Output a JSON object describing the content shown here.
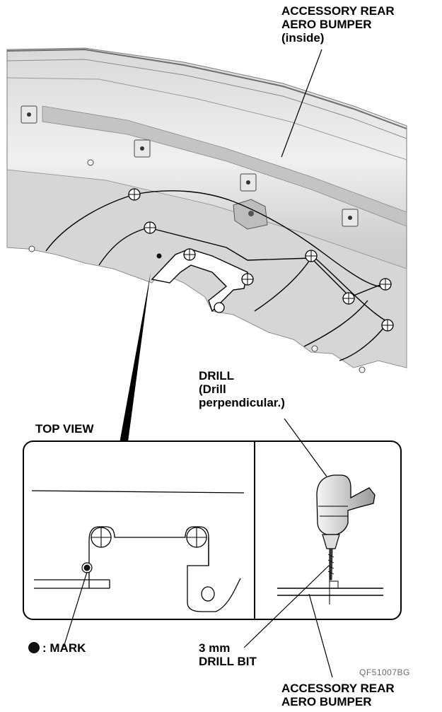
{
  "labels": {
    "bumper_inside": [
      "ACCESSORY REAR",
      "AERO BUMPER",
      "(inside)"
    ],
    "drill": [
      "DRILL",
      "(Drill",
      "perpendicular.)"
    ],
    "top_view": "TOP VIEW",
    "mark": ": MARK",
    "drill_bit": [
      "3 mm",
      "DRILL BIT"
    ],
    "bumper": [
      "ACCESSORY REAR",
      "AERO BUMPER"
    ]
  },
  "figure_code": "QF51007BG",
  "icons": [
    "mark-dot-icon",
    "drill-icon",
    "screw-hole-icon"
  ],
  "colors": {
    "line": "#000000",
    "shade_light": "#e6e6e6",
    "shade_mid": "#cfcfcf",
    "shade_dark": "#a9a9a9"
  }
}
